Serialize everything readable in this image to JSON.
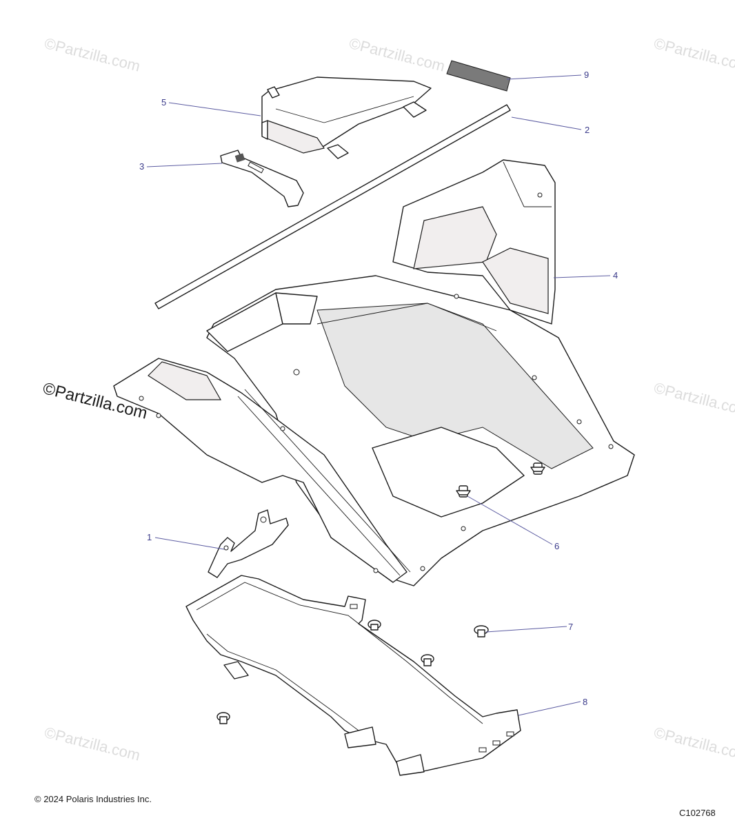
{
  "watermark_text": "©Partzilla.com",
  "footer": {
    "copyright": "© 2024 Polaris Industries Inc.",
    "drawing_id": "C102768"
  },
  "callouts": [
    {
      "number": "1"
    },
    {
      "number": "2"
    },
    {
      "number": "3"
    },
    {
      "number": "4"
    },
    {
      "number": "5"
    },
    {
      "number": "6"
    },
    {
      "number": "7"
    },
    {
      "number": "8"
    },
    {
      "number": "9"
    }
  ],
  "colors": {
    "line": "#1a1a1a",
    "callout": "#3a3a8a",
    "watermark": "#dcdcdc",
    "panel_fill": "#f1eeee"
  }
}
